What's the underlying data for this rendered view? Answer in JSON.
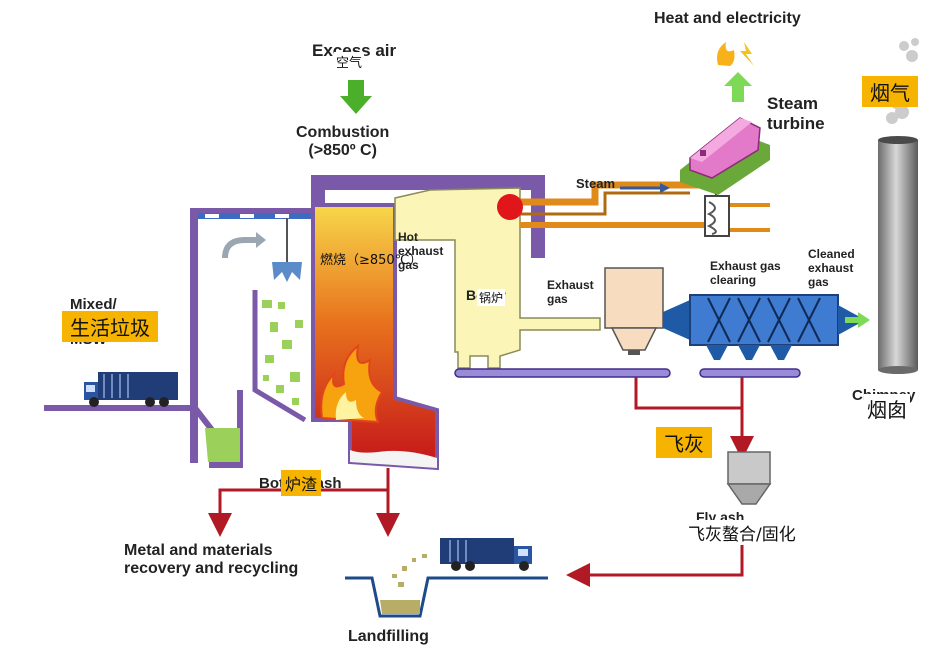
{
  "labels": {
    "excess_air": "Excess air",
    "combustion": "Combustion\n(>850º C)",
    "heat_electricity": "Heat and electricity",
    "steam_turbine": "Steam\nturbine",
    "steam": "Steam",
    "hot_exhaust_gas": "Hot\nexhaust\ngas",
    "boiler": "Boiler",
    "exhaust_gas": "Exhaust\ngas",
    "exhaust_gas_clearing": "Exhaust gas\nclearing",
    "cleaned_exhaust_gas": "Cleaned\nexhaust\ngas",
    "chimney": "Chimney",
    "mixed_msw": "Mixed/\n\nMSW",
    "bottom_ash": "Bottom ash",
    "fly_ash": "Fly ash",
    "metal_recovery": "Metal and materials\nrecovery and recycling",
    "landfilling": "Landfilling"
  },
  "cn_labels": {
    "air": "空气",
    "combustion": "燃烧（≥850℃）",
    "boiler": "锅炉",
    "flue_gas": "烟气",
    "msw": "生活垃圾",
    "bottom_ash": "炉渣",
    "fly_ash": "飞灰",
    "fly_ash_treatment": "飞灰螯合/固化",
    "chimney": "烟囱"
  },
  "colors": {
    "furnace_frame": "#7a5aa8",
    "boiler": "#fbf6b8",
    "flow_arrow": "#b11a24",
    "steam_pipe": "#e08a1a",
    "scrubber": "#1f5aa6",
    "highlight": "#f6b400"
  }
}
